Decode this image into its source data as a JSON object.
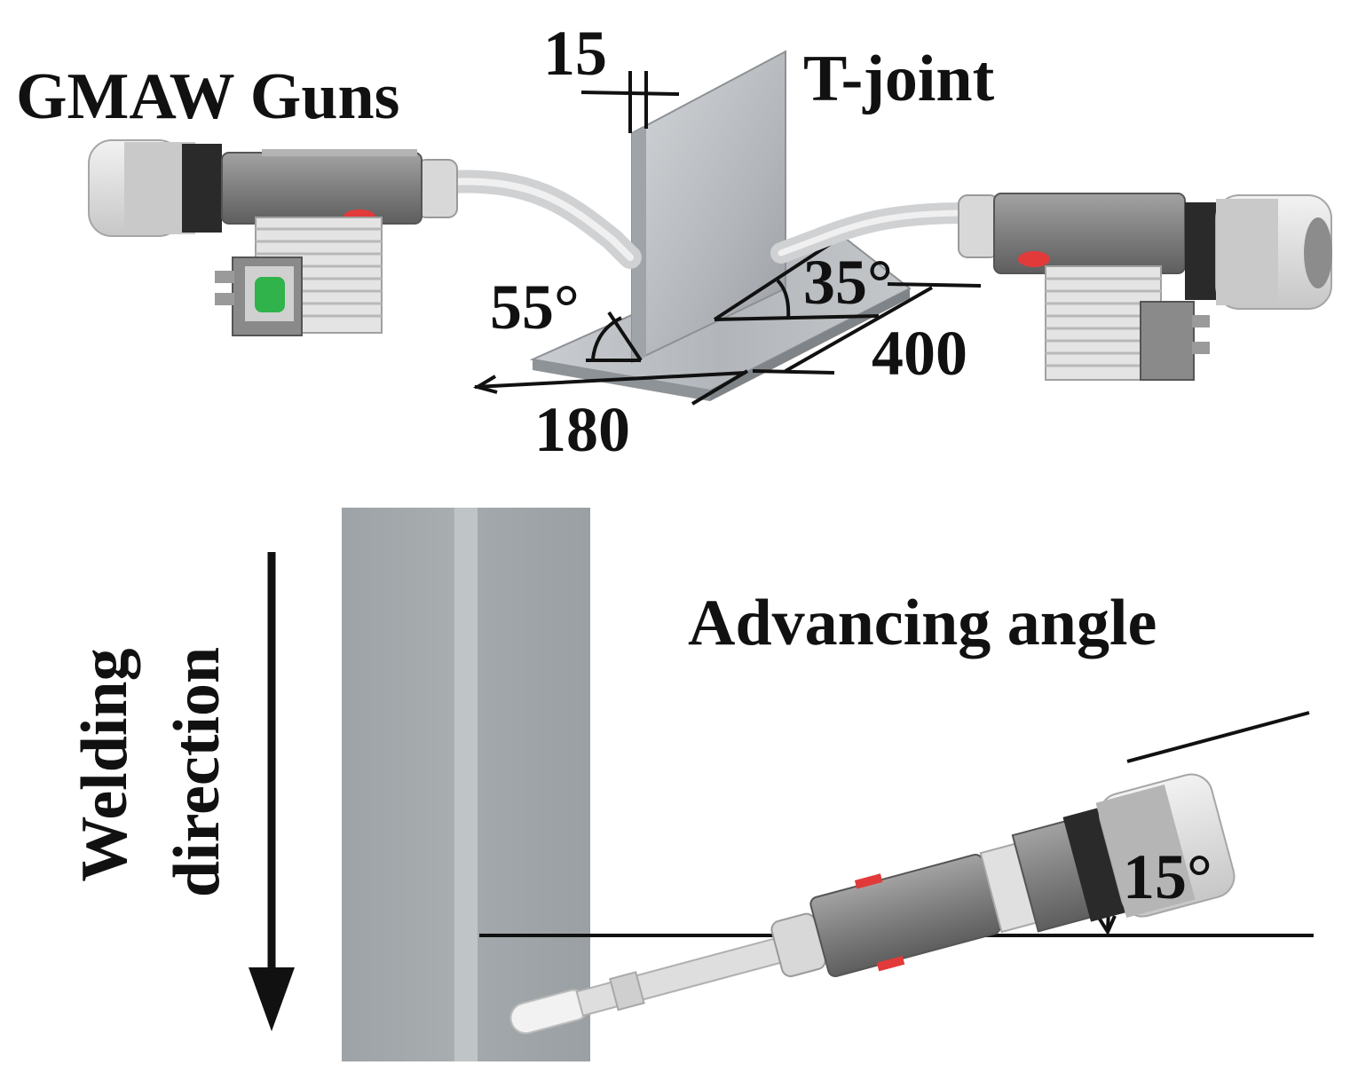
{
  "labels": {
    "guns": "GMAW Guns",
    "joint": "T-joint",
    "thickness": "15",
    "angle_left": "55°",
    "angle_right": "35°",
    "length": "400",
    "width": "180",
    "advancing": "Advancing angle",
    "direction_line1": "Welding",
    "direction_line2": "direction",
    "advance_value": "15°"
  },
  "colors": {
    "ink": "#111111",
    "plate": "#b9bdc1",
    "plate_dark": "#8f9498",
    "gun_body": "#8a8a8a",
    "gun_dark": "#5f5f5f",
    "gun_light": "#e4e4e4",
    "indicator_red": "#e23a3a",
    "indicator_green": "#2fb34a"
  }
}
